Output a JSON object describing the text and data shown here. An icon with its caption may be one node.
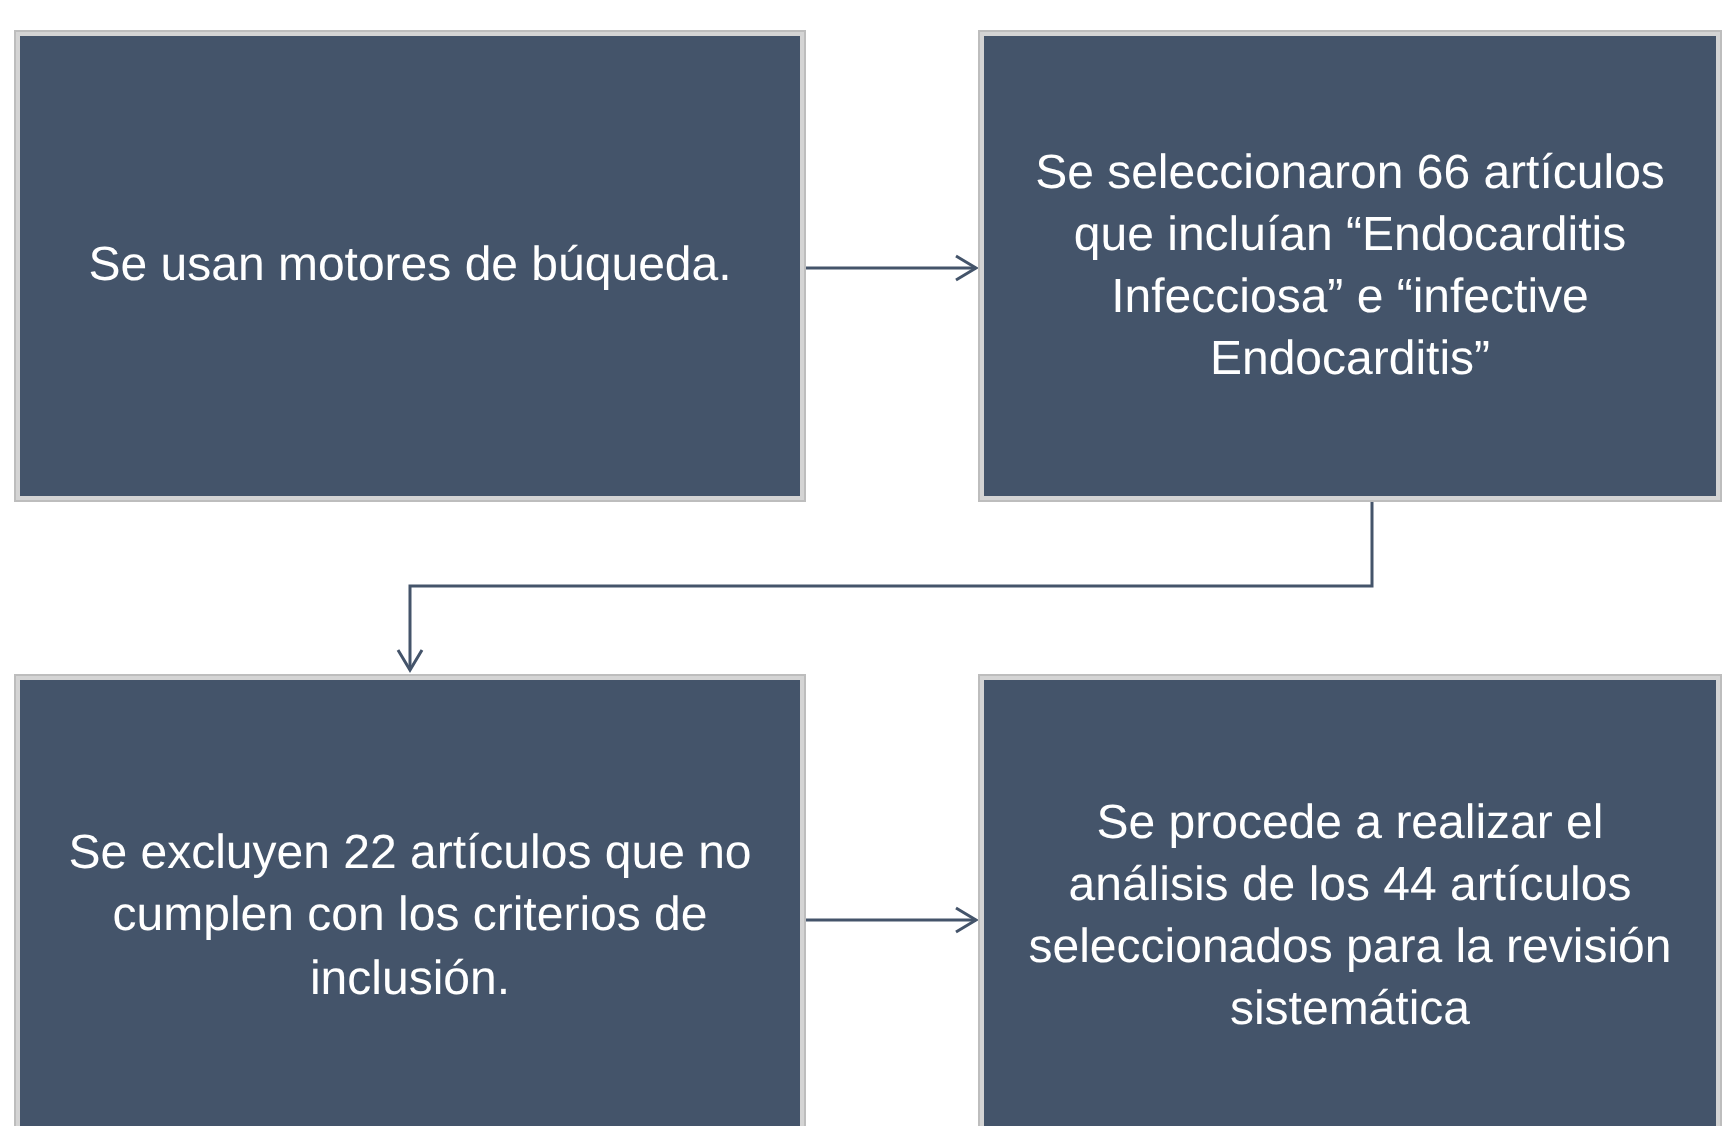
{
  "diagram": {
    "nodes": [
      {
        "text": [
          "Se usan motores de búqueda."
        ]
      },
      {
        "text": [
          "Se seleccionaron 66 artículos que incluían “Endocarditis Infecciosa” e “infective Endocarditis”"
        ]
      },
      {
        "text": [
          "Se excluyen 22 artículos que no cumplen con los criterios de inclusión."
        ]
      },
      {
        "text": [
          "Se procede a realizar el análisis de los 44 artículos seleccionados para la revisión sistemática"
        ]
      }
    ],
    "edges": [
      {
        "from": 0,
        "to": 1,
        "arrow": "to"
      },
      {
        "from": 1,
        "to": 2,
        "arrow": "to"
      },
      {
        "from": 2,
        "to": 3,
        "arrow": "to"
      }
    ]
  }
}
